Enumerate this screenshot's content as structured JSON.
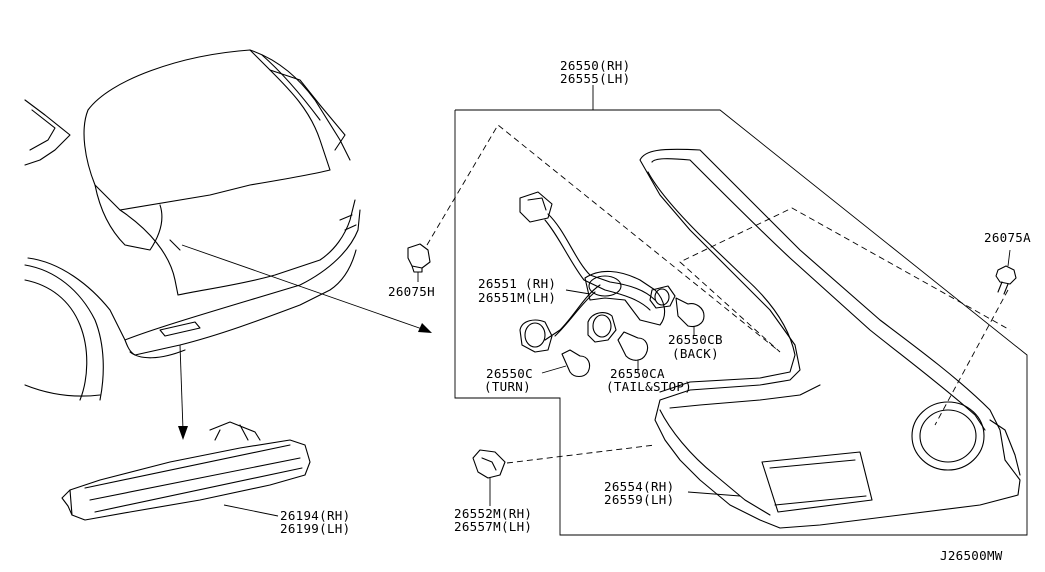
{
  "diagram_id": "J26500MW",
  "labels": {
    "lamp_assy_rh": "26550(RH)",
    "lamp_assy_lh": "26555(LH)",
    "screw_26075a": "26075A",
    "clip_26075h": "26075H",
    "harness_rh": "26551 (RH)",
    "harness_lh": "26551M(LH)",
    "bulb_back_num": "26550CB",
    "bulb_back_name": "(BACK)",
    "bulb_turn_num": "26550C",
    "bulb_turn_name": "(TURN)",
    "bulb_tail_num": "26550CA",
    "bulb_tail_name": "(TAIL&STOP)",
    "lens_rh": "26554(RH)",
    "lens_lh": "26559(LH)",
    "clip_rh": "26552M(RH)",
    "clip_lh": "26557M(LH)",
    "reflex_rh": "26194(RH)",
    "reflex_lh": "26199(LH)"
  }
}
